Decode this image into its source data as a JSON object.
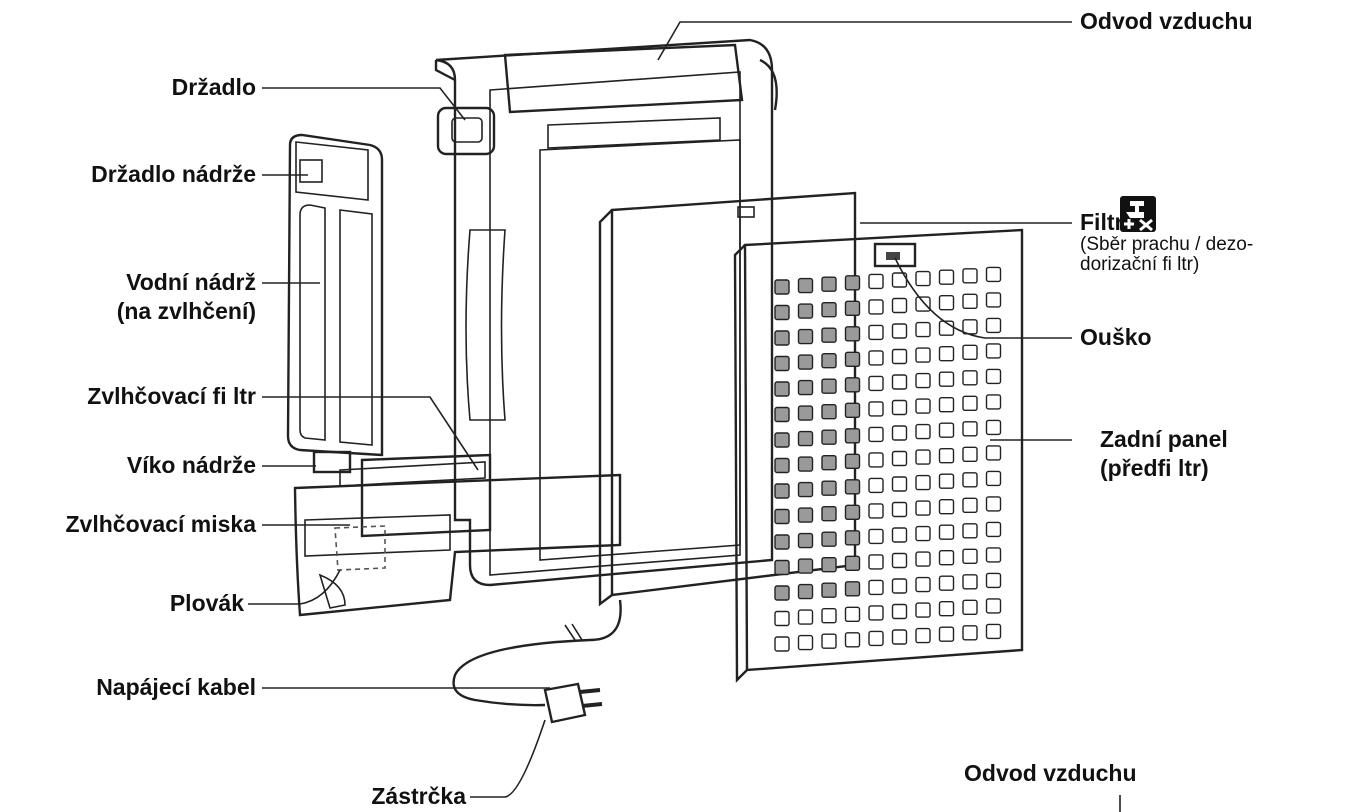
{
  "labels": {
    "odvod_top": "Odvod vzduchu",
    "drzadlo": "Držadlo",
    "drzadlo_nadrze": "Držadlo nádrže",
    "vodni_nadrz_1": "Vodní nádrž",
    "vodni_nadrz_2": "(na zvlhčení)",
    "zvlhcovaci_filtr": "Zvlhčovací fi ltr",
    "viko_nadrze": "Víko nádrže",
    "zvlhcovaci_miska": "Zvlhčovací miska",
    "plovak": "Plovák",
    "napajeci_kabel": "Napájecí kabel",
    "zastrcka": "Zástrčka",
    "filtr": "Filtr",
    "filtr_sub_1": "(Sběr prachu / dezo-",
    "filtr_sub_2": "dorizační fi ltr)",
    "ousko": "Ouško",
    "zadni_panel_1": "Zadní panel",
    "zadni_panel_2": "(předfi ltr)",
    "odvod_bottom": "Odvod vzduchu"
  },
  "icons": {
    "filter_icon": "no-wash-filter-icon"
  },
  "colors": {
    "line": "#222222",
    "fill_light": "#e8e8e8",
    "fill_mid": "#cfcfcf"
  }
}
